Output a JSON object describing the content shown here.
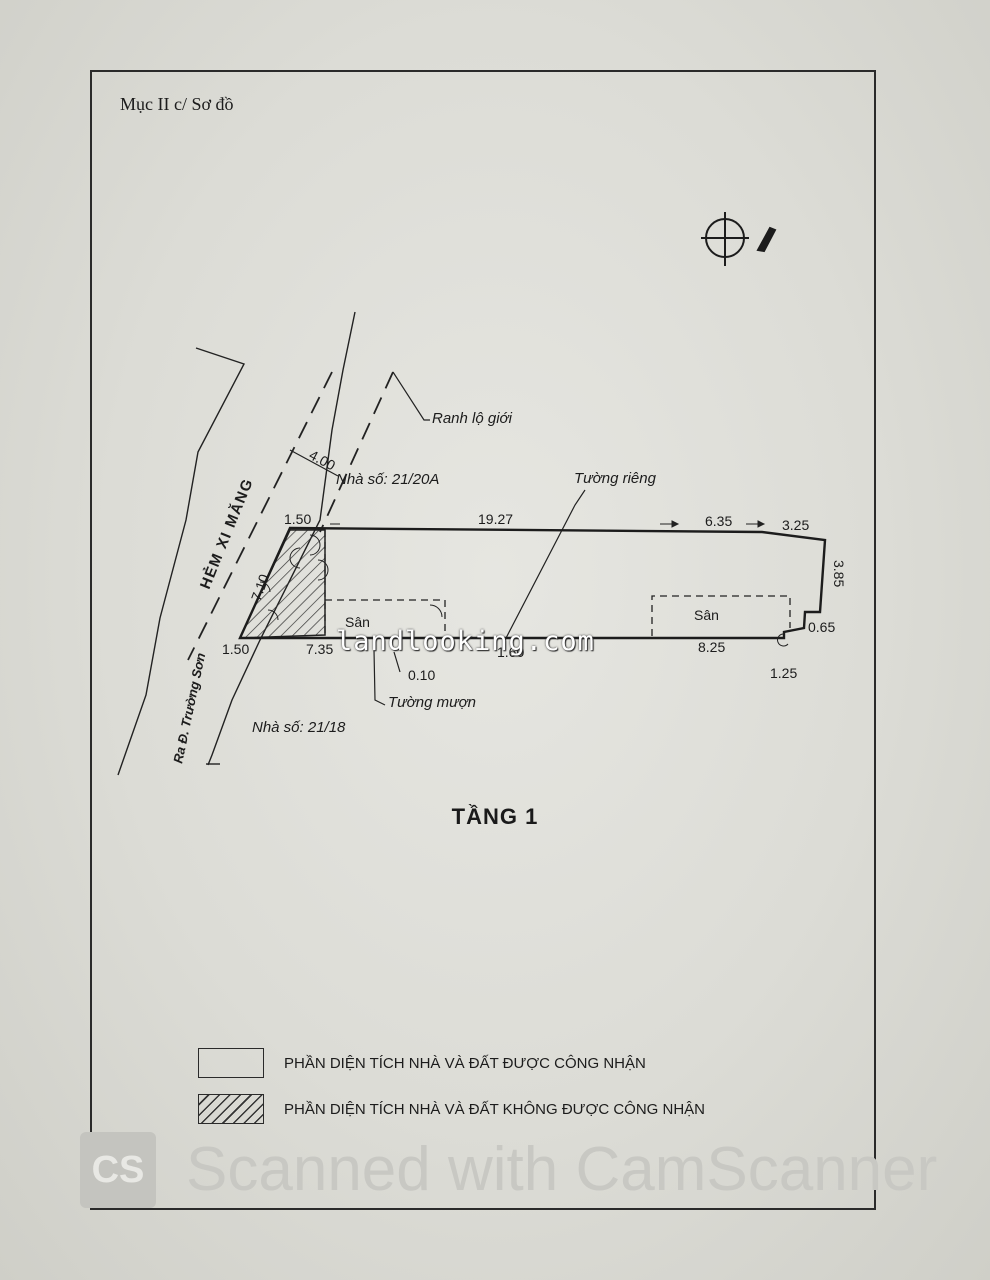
{
  "document": {
    "section_title": "Mục II c/ Sơ đồ",
    "floor_title": "TẦNG 1"
  },
  "plan": {
    "street_label": "HẺM XI MĂNG",
    "street_exit_label": "Ra Đ. Trường Sơn",
    "boundary_label": "Ranh lộ giới",
    "private_wall_label": "Tường riêng",
    "borrowed_wall_label": "Tường mượn",
    "neighbor_top": "Nhà số: 21/20A",
    "neighbor_bottom": "Nhà số: 21/18",
    "yard_label_1": "Sân",
    "yard_label_2": "Sân",
    "dimensions": {
      "road_width": "4.00",
      "top_left": "1.50",
      "top_main": "19.27",
      "top_mid": "6.35",
      "top_right": "3.25",
      "front_depth": "7.10",
      "right_side": "3.85",
      "step_small": "0.65",
      "bottom_step": "1.25",
      "bottom_right": "8.25",
      "bottom_mid": "1.60",
      "bottom_left_a": "1.50",
      "bottom_left_b": "7.35",
      "offset": "0.10"
    }
  },
  "legend": [
    {
      "label": "PHẦN DIỆN TÍCH NHÀ VÀ ĐẤT ĐƯỢC CÔNG NHẬN",
      "style": "plain"
    },
    {
      "label": "PHẦN DIỆN TÍCH NHÀ VÀ ĐẤT KHÔNG ĐƯỢC CÔNG NHẬN",
      "style": "hatched"
    }
  ],
  "watermarks": {
    "site": "landlooking.com",
    "scanner_logo": "CS",
    "scanner": "Scanned with CamScanner"
  }
}
